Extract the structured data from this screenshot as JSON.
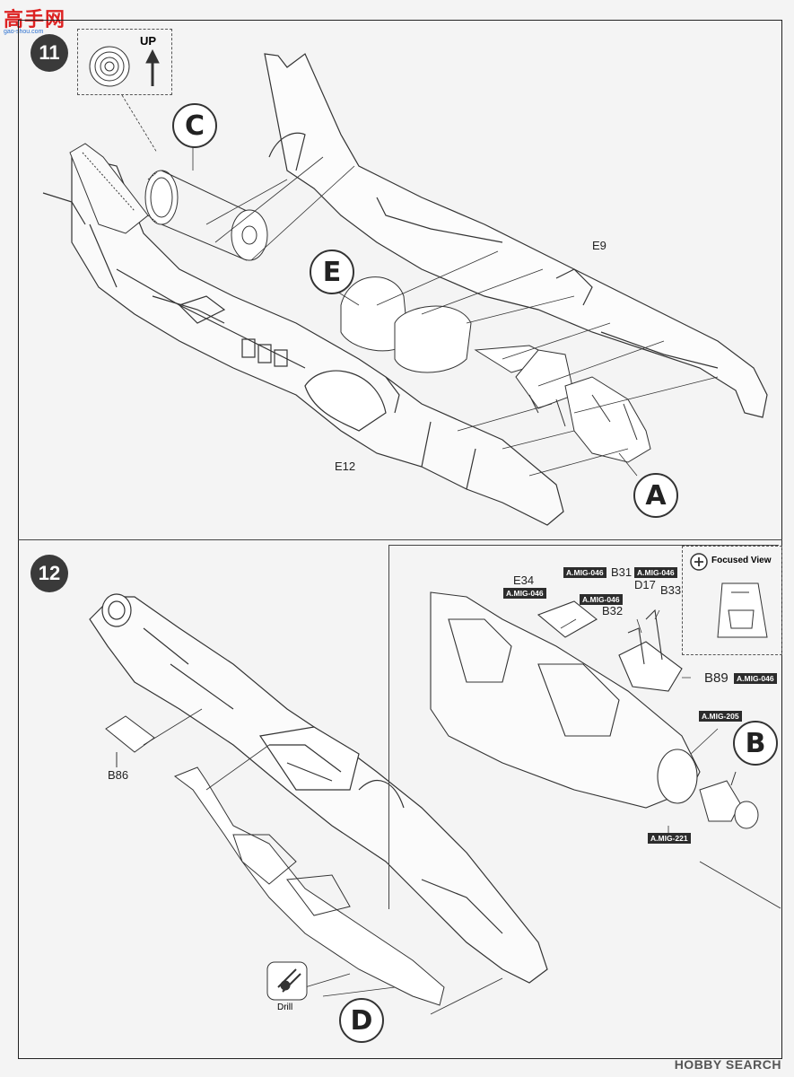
{
  "watermark": {
    "cn": "高手网",
    "url": "gao-shou.com"
  },
  "footer": {
    "brand": "HOBBY SEARCH"
  },
  "step11": {
    "number": "11",
    "up_label": "UP",
    "callouts": {
      "c": "C",
      "e": "E",
      "a": "A"
    },
    "parts": {
      "e9": "E9",
      "e12": "E12"
    }
  },
  "step12": {
    "number": "12",
    "callouts": {
      "b": "B",
      "d": "D"
    },
    "parts": {
      "b86": "B86",
      "e34": "E34",
      "b31": "B31",
      "d17": "D17",
      "b33": "B33",
      "b32": "B32",
      "b89": "B89"
    },
    "drill_label": "Drill",
    "focused_view": "Focused View",
    "tags": {
      "t1": "A.MIG-046",
      "t2": "A.MIG-046",
      "t3": "A.MIG-046",
      "t4": "A.MIG-046",
      "t5": "A.MIG-046",
      "t6": "A.MIG-205",
      "t7": "A.MIG-221"
    }
  },
  "icons": [
    "plus-circle-icon",
    "up-arrow-icon",
    "drill-icon"
  ]
}
